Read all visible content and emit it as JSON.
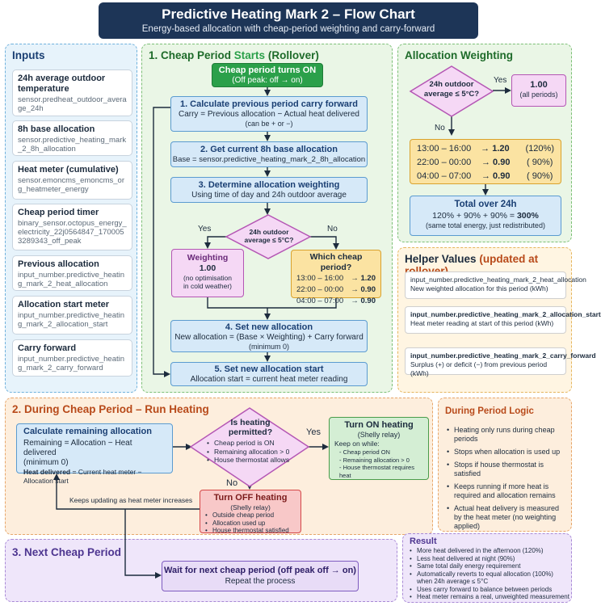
{
  "header": {
    "title": "Predictive Heating Mark 2 – Flow Chart",
    "subtitle": "Energy-based allocation with cheap-period weighting and carry-forward"
  },
  "inputs": {
    "title": "Inputs",
    "items": [
      {
        "label": "24h average outdoor temperature",
        "entity": "sensor.predheat_outdoor_average_24h"
      },
      {
        "label": "8h base allocation",
        "entity": "sensor.predictive_heating_mark_2_8h_allocation"
      },
      {
        "label": "Heat meter (cumulative)",
        "entity": "sensor.emoncms_emoncms_org_heatmeter_energy"
      },
      {
        "label": "Cheap period timer",
        "entity": "binary_sensor.octopus_energy_electricity_22j0564847_1700053289343_off_peak"
      },
      {
        "label": "Previous allocation",
        "entity": "input_number.predictive_heating_mark_2_heat_allocation"
      },
      {
        "label": "Allocation start meter",
        "entity": "input_number.predictive_heating_mark_2_allocation_start"
      },
      {
        "label": "Carry forward",
        "entity": "input_number.predictive_heating_mark_2_carry_forward"
      }
    ]
  },
  "cheap_period": {
    "title_prefix": "1. Cheap Period",
    "title_starts": "Starts",
    "title_suffix": "(Rollover)",
    "start": {
      "title": "Cheap period turns ON",
      "sub": "(Off peak: off → on)"
    },
    "step1": {
      "title": "1. Calculate previous period carry forward",
      "line1": "Carry = Previous allocation − Actual heat delivered",
      "line2": "(can be + or −)"
    },
    "step2": {
      "title": "2. Get current 8h base allocation",
      "line1": "Base = sensor.predictive_heating_mark_2_8h_allocation"
    },
    "step3": {
      "title": "3. Determine allocation weighting",
      "line1": "Using time of day and 24h outdoor average"
    },
    "decision": {
      "line1": "24h outdoor",
      "line2": "average ≤ 5°C?",
      "yes": "Yes",
      "no": "No"
    },
    "weighting": {
      "title": "Weighting",
      "value": "1.00",
      "sub1": "(no optimisation",
      "sub2": "in cold weather)"
    },
    "which": {
      "title": "Which cheap period?",
      "rows": [
        {
          "time": "13:00 – 16:00",
          "value": "→ 1.20"
        },
        {
          "time": "22:00 – 00:00",
          "value": "→ 0.90"
        },
        {
          "time": "04:00 – 07:00",
          "value": "→ 0.90"
        }
      ]
    },
    "step4": {
      "title": "4. Set new allocation",
      "line1": "New allocation = (Base × Weighting) + Carry forward",
      "line2": "(minimum 0)"
    },
    "step5": {
      "title": "5. Set new allocation start",
      "line1": "Allocation start = current heat meter reading"
    }
  },
  "allocation_weighting": {
    "title": "Allocation Weighting",
    "decision": {
      "line1": "24h outdoor",
      "line2": "average ≤ 5°C?",
      "yes": "Yes",
      "no": "No"
    },
    "all": {
      "value": "1.00",
      "sub": "(all periods)"
    },
    "rows": [
      {
        "time": "13:00 – 16:00",
        "value": "→ 1.20",
        "pct": "(120%)"
      },
      {
        "time": "22:00 – 00:00",
        "value": "→ 0.90",
        "pct": "( 90%)"
      },
      {
        "time": "04:00 – 07:00",
        "value": "→ 0.90",
        "pct": "( 90%)"
      }
    ],
    "total": {
      "title": "Total over 24h",
      "formula_pre": "120% + 90% + 90% =",
      "formula_val": "300%",
      "sub": "(same total energy, just redistributed)"
    }
  },
  "helper": {
    "title_prefix": "Helper Values",
    "title_suffix": "(updated at rollover)",
    "items": [
      {
        "entity": "input_number.predictive_heating_mark_2_heat_allocation",
        "desc": "New weighted allocation for this period (kWh)"
      },
      {
        "entity": "input_number.predictive_heating_mark_2_allocation_start",
        "desc": "Heat meter reading at start of this period (kWh)"
      },
      {
        "entity": "input_number.predictive_heating_mark_2_carry_forward",
        "desc": "Surplus (+) or deficit (−) from previous period (kWh)"
      }
    ]
  },
  "during": {
    "title_prefix": "2. During Cheap Period",
    "title_suffix": "– Run Heating",
    "calc": {
      "title": "Calculate remaining allocation",
      "line1": "Remaining = Allocation − Heat delivered",
      "line2": "(minimum 0)",
      "line3_bold": "Heat delivered",
      "line3": "= Current heat meter − Allocation start"
    },
    "decision": {
      "line1": "Is heating",
      "line2": "permitted?",
      "items": [
        "Cheap period is ON",
        "Remaining allocation > 0",
        "House thermostat allows"
      ],
      "yes": "Yes",
      "no": "No"
    },
    "on": {
      "title": "Turn ON heating",
      "sub": "(Shelly relay)",
      "keep": "Keep on while:",
      "items": [
        "- Cheap period ON",
        "- Remaining allocation > 0",
        "- House thermostat requires heat"
      ]
    },
    "off": {
      "title": "Turn OFF heating",
      "sub": "(Shelly relay)",
      "items": [
        "Outside cheap period",
        "Allocation used up",
        "House thermostat satisfied"
      ]
    },
    "loop_label": "Keeps updating as heat meter increases"
  },
  "logic": {
    "title": "During Period Logic",
    "items": [
      "Heating only runs during cheap periods",
      "Stops when allocation is used up",
      "Stops if house thermostat is satisfied",
      "Keeps running if more heat is required and allocation remains",
      "Actual heat delivery is measured by the heat meter (no weighting applied)"
    ]
  },
  "next": {
    "title": "3. Next Cheap Period",
    "wait": {
      "title": "Wait for next cheap period (off peak off → on)",
      "sub": "Repeat the process"
    }
  },
  "result": {
    "title": "Result",
    "items": [
      "More heat delivered in the afternoon (120%)",
      "Less heat delivered at night (90%)",
      "Same total daily energy requirement",
      "Automatically reverts to equal allocation (100%) when 24h average ≤ 5°C",
      "Uses carry forward to balance between periods",
      "Heat meter remains a real, unweighted measurement"
    ]
  }
}
